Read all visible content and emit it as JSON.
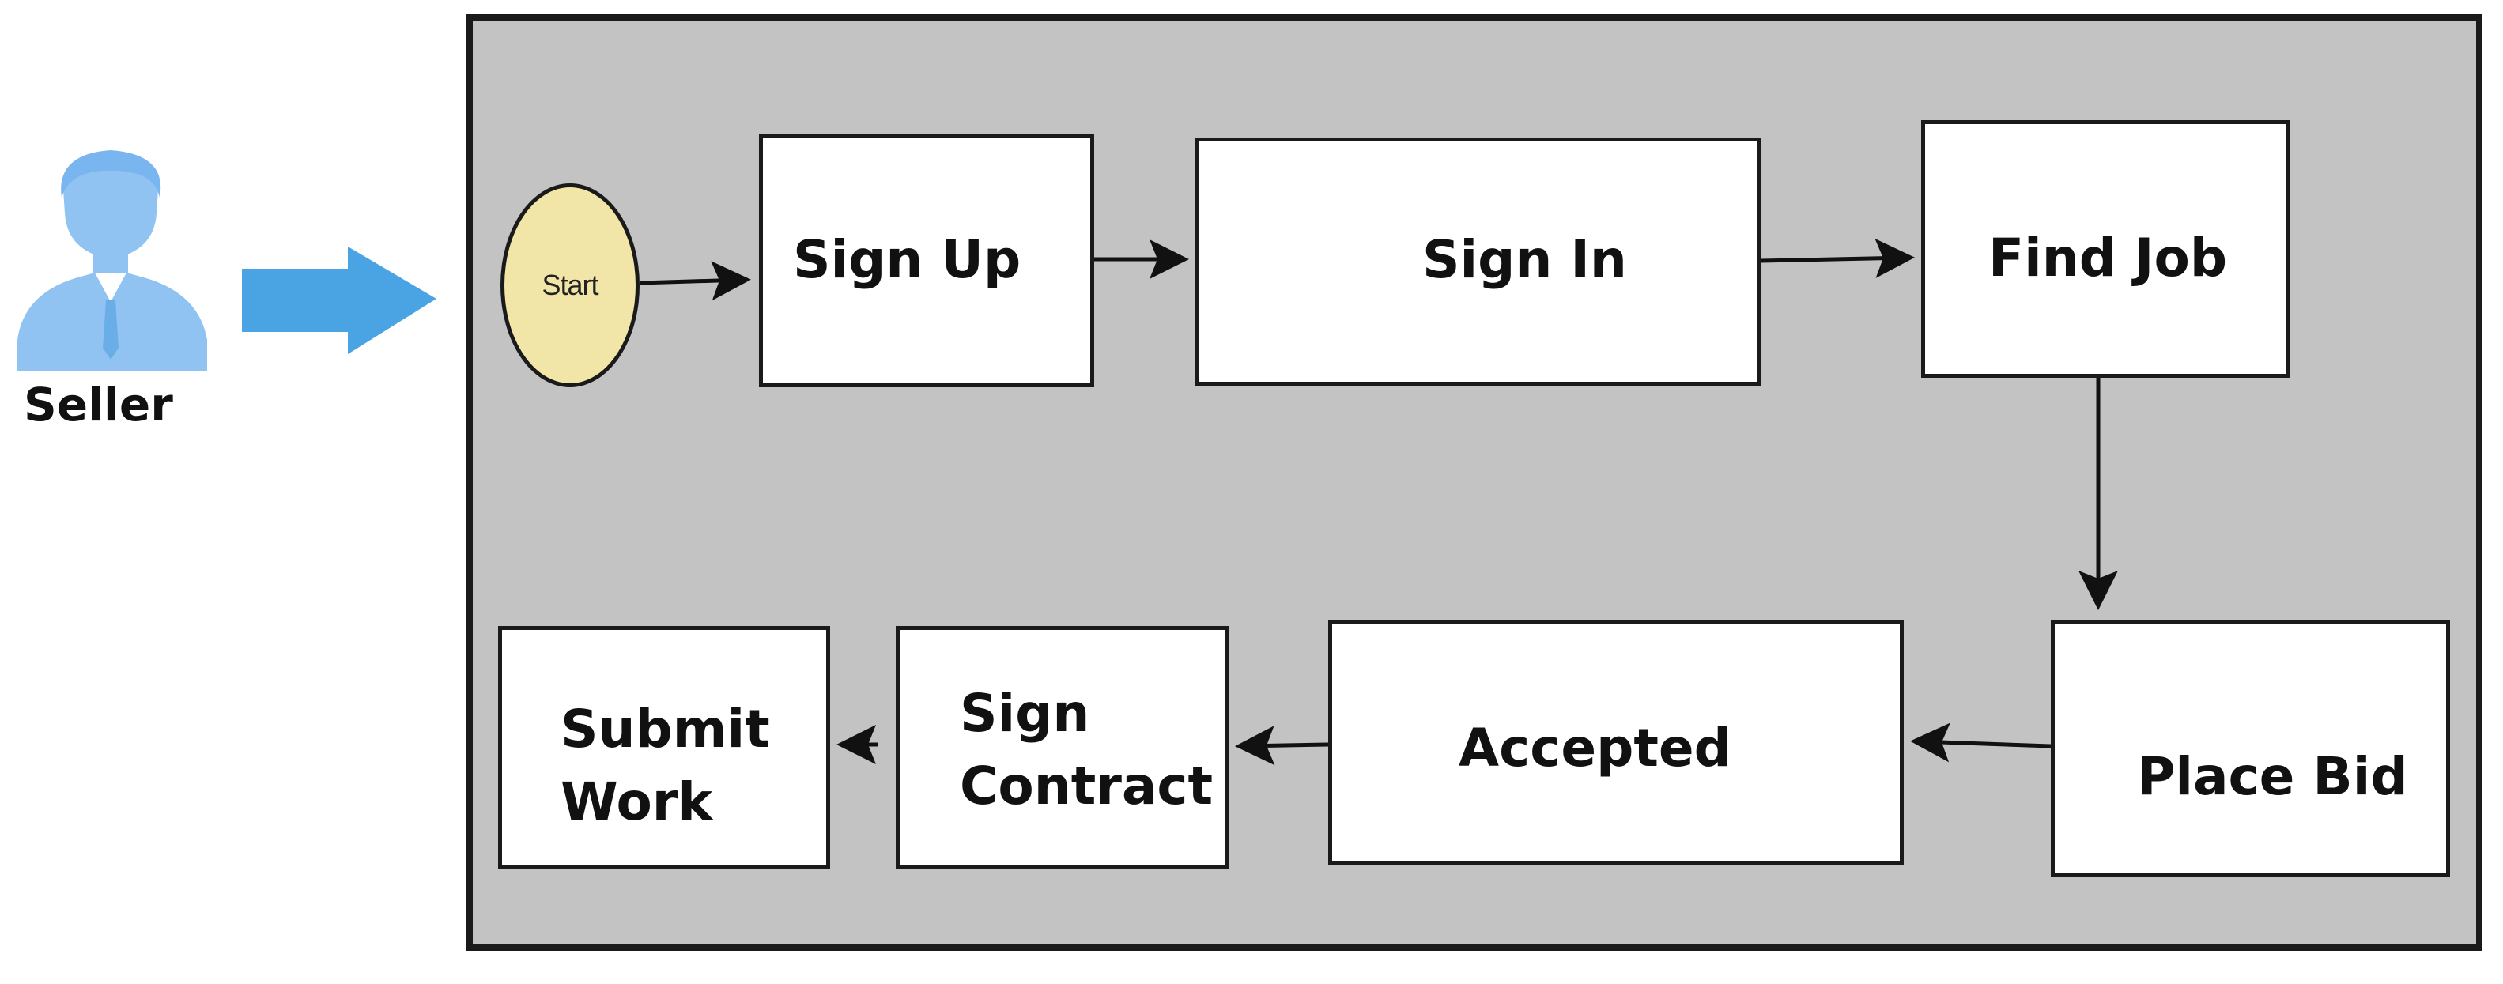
{
  "actor": {
    "label": "Seller",
    "icon": "businessman-icon",
    "color": "#90c3f2"
  },
  "start": {
    "label": "Start"
  },
  "steps": {
    "sign_up": "Sign Up",
    "sign_in": "Sign In",
    "find_job": "Find Job",
    "place_bid": "Place Bid",
    "accepted": "Accepted",
    "sign_contract_line1": "Sign",
    "sign_contract_line2": "Contract",
    "submit_work_line1": "Submit",
    "submit_work_line2": "Work"
  },
  "colors": {
    "panel": "#c3c3c3",
    "start_node": "#f1e6a8",
    "entry_arrow": "#4aa3e3"
  }
}
